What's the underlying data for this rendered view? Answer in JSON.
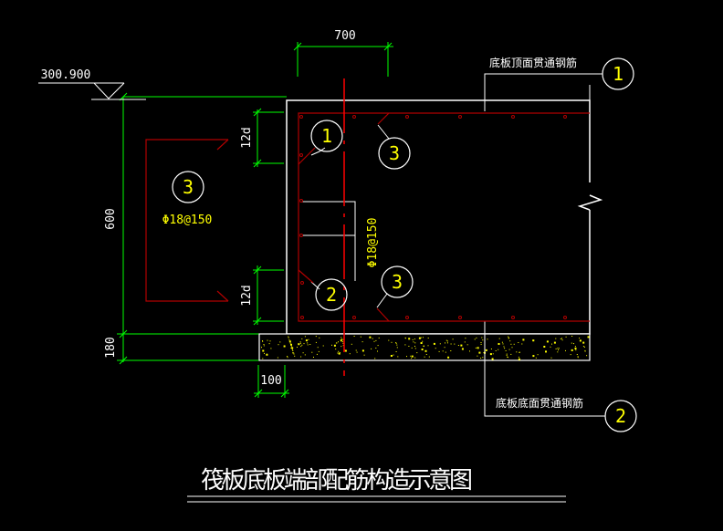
{
  "title": "筏板底板端部配筋构造示意图",
  "elevation": "300.900",
  "dimensions": {
    "top_width": "700",
    "height_600": "600",
    "bottom_180": "180",
    "bottom_100": "100",
    "anchor_top": "12d",
    "anchor_bottom": "12d"
  },
  "labels": {
    "top_rebar": "底板顶面贯通钢筋",
    "bottom_rebar": "底板底面贯通钢筋",
    "u_bar_spec": "Φ18@150",
    "side_bar_spec": "Φ18@150"
  },
  "callouts": {
    "c1_right": "1",
    "c2_right": "2",
    "c1_inner": "1",
    "c2_inner": "2",
    "c3_inner_top": "3",
    "c3_inner_bottom": "3",
    "c3_detail": "3"
  },
  "colors": {
    "background": "#000000",
    "outline": "#ffffff",
    "dimension": "#00ff00",
    "rebar": "#b00000",
    "axis": "#ff0000",
    "annotation": "#ffff00"
  }
}
